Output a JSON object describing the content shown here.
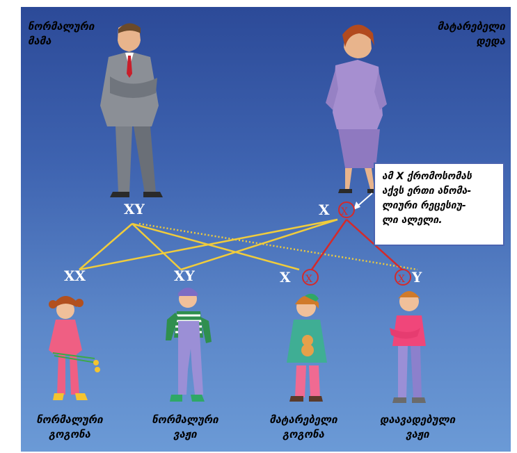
{
  "parents": {
    "father": {
      "label_line1": "ნორმალური",
      "label_line2": "მამა",
      "genotype": "XY"
    },
    "mother": {
      "label_line1": "მატარებელი",
      "label_line2": "დედა",
      "genotype_plain": "X",
      "genotype_marked": "X"
    }
  },
  "callout": {
    "lines": [
      "ამ X ქრომოსომას",
      "აქვს ერთი ანომა-",
      "ლიური რეცესიუ-",
      "ლი ალელი."
    ]
  },
  "children": [
    {
      "genotype": "XX",
      "label_line1": "ნორმალური",
      "label_line2": "გოგონა"
    },
    {
      "genotype": "XY",
      "label_line1": "ნორმალური",
      "label_line2": "ვაჟი"
    },
    {
      "genotype_plain": "X",
      "genotype_marked": "X",
      "label_line1": "მატარებელი",
      "label_line2": "გოგონა"
    },
    {
      "genotype_marked": "X",
      "genotype_plain": "Y",
      "label_line1": "დაავადებული",
      "label_line2": "ვაჟი"
    }
  ],
  "colors": {
    "background_top": "#2c4a98",
    "background_bottom": "#6b9ad6",
    "normal_line": "#f0cc3c",
    "affected_line": "#d42a2a",
    "marked_circle": "#d42a2a"
  }
}
